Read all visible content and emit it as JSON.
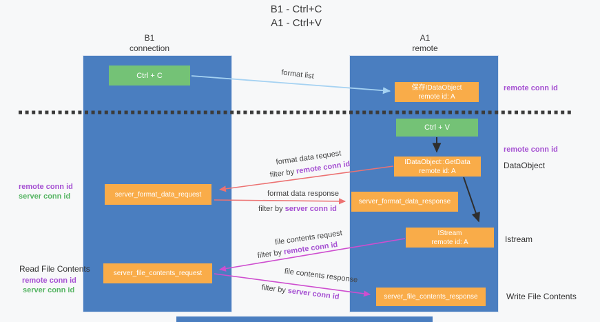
{
  "title": {
    "line1": "B1 - Ctrl+C",
    "line2": "A1 - Ctrl+V"
  },
  "columns": {
    "left": {
      "name": "B1",
      "role": "connection"
    },
    "right": {
      "name": "A1",
      "role": "remote"
    }
  },
  "boxes": {
    "ctrl_c": "Ctrl + C",
    "ctrl_v": "Ctrl + V",
    "save_dataobject": {
      "line1": "保存IDataObject",
      "line2": "remote id: A"
    },
    "getdata": {
      "line1": "IDataObject::GetData",
      "line2": "remote id: A"
    },
    "istream": {
      "line1": "IStream",
      "line2": "remote id: A"
    },
    "server_format_data_request": "server_format_data_request",
    "server_format_data_response": "server_format_data_response",
    "server_file_contents_request": "server_file_contents_request",
    "server_file_contents_response": "server_file_contents_response"
  },
  "arrow_labels": {
    "format_list": "format list",
    "format_data_request": "format data request",
    "format_data_response": "format data response",
    "file_contents_request": "file contents request",
    "file_contents_response": "file contents response",
    "filter_by": "filter by",
    "remote_conn_id": "remote conn id",
    "server_conn_id": "server conn id"
  },
  "side_labels": {
    "remote_conn_id": "remote conn id",
    "server_conn_id": "server conn id",
    "dataobject": "DataObject",
    "istream": "Istream",
    "read_file_contents": "Read File Contents",
    "write_file_contents": "Write File Contents"
  },
  "colors": {
    "column_blue": "#4a7ec0",
    "box_orange": "#f9ac49",
    "box_green": "#74c276",
    "arrow_light_blue": "#a5d2f2",
    "arrow_red": "#ec7272",
    "arrow_magenta": "#ce4ecf",
    "arrow_black": "#2e2e2e",
    "label_purple": "#a550d2",
    "label_green": "#57b564",
    "dashed_line": "#3b3b3b"
  }
}
